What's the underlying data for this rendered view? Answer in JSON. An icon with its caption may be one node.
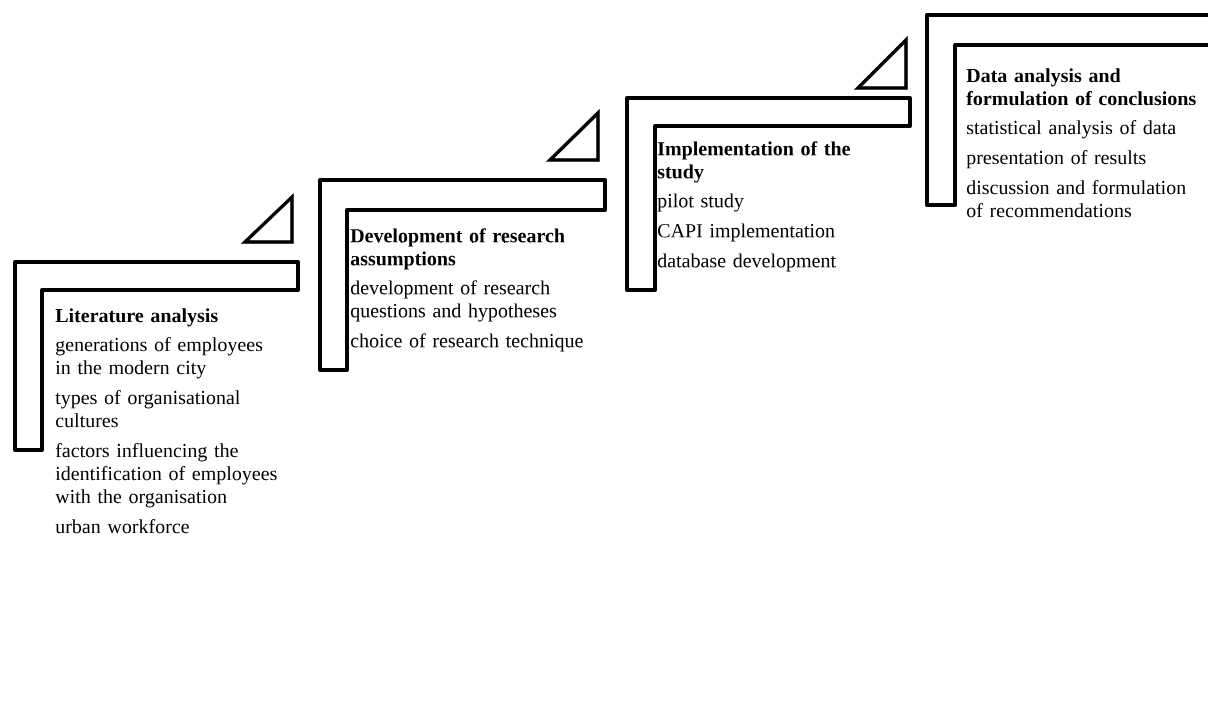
{
  "diagram": {
    "nodes": [
      {
        "text": [
          "Literature analysis",
          "generations of employees in the modern city",
          "types of organisational cultures",
          "factors influencing the identification of employees with the organisation",
          "urban workforce"
        ]
      },
      {
        "text": [
          "Development of research assumptions",
          "development of research questions and hypotheses",
          "choice of research technique"
        ]
      },
      {
        "text": [
          "Implementation of the study",
          "pilot study",
          "CAPI implementation",
          "database development"
        ]
      },
      {
        "text": [
          "Data analysis and formulation of conclusions",
          "statistical analysis of data",
          "presentation of results",
          "discussion and formulation of recommendations"
        ]
      }
    ]
  }
}
